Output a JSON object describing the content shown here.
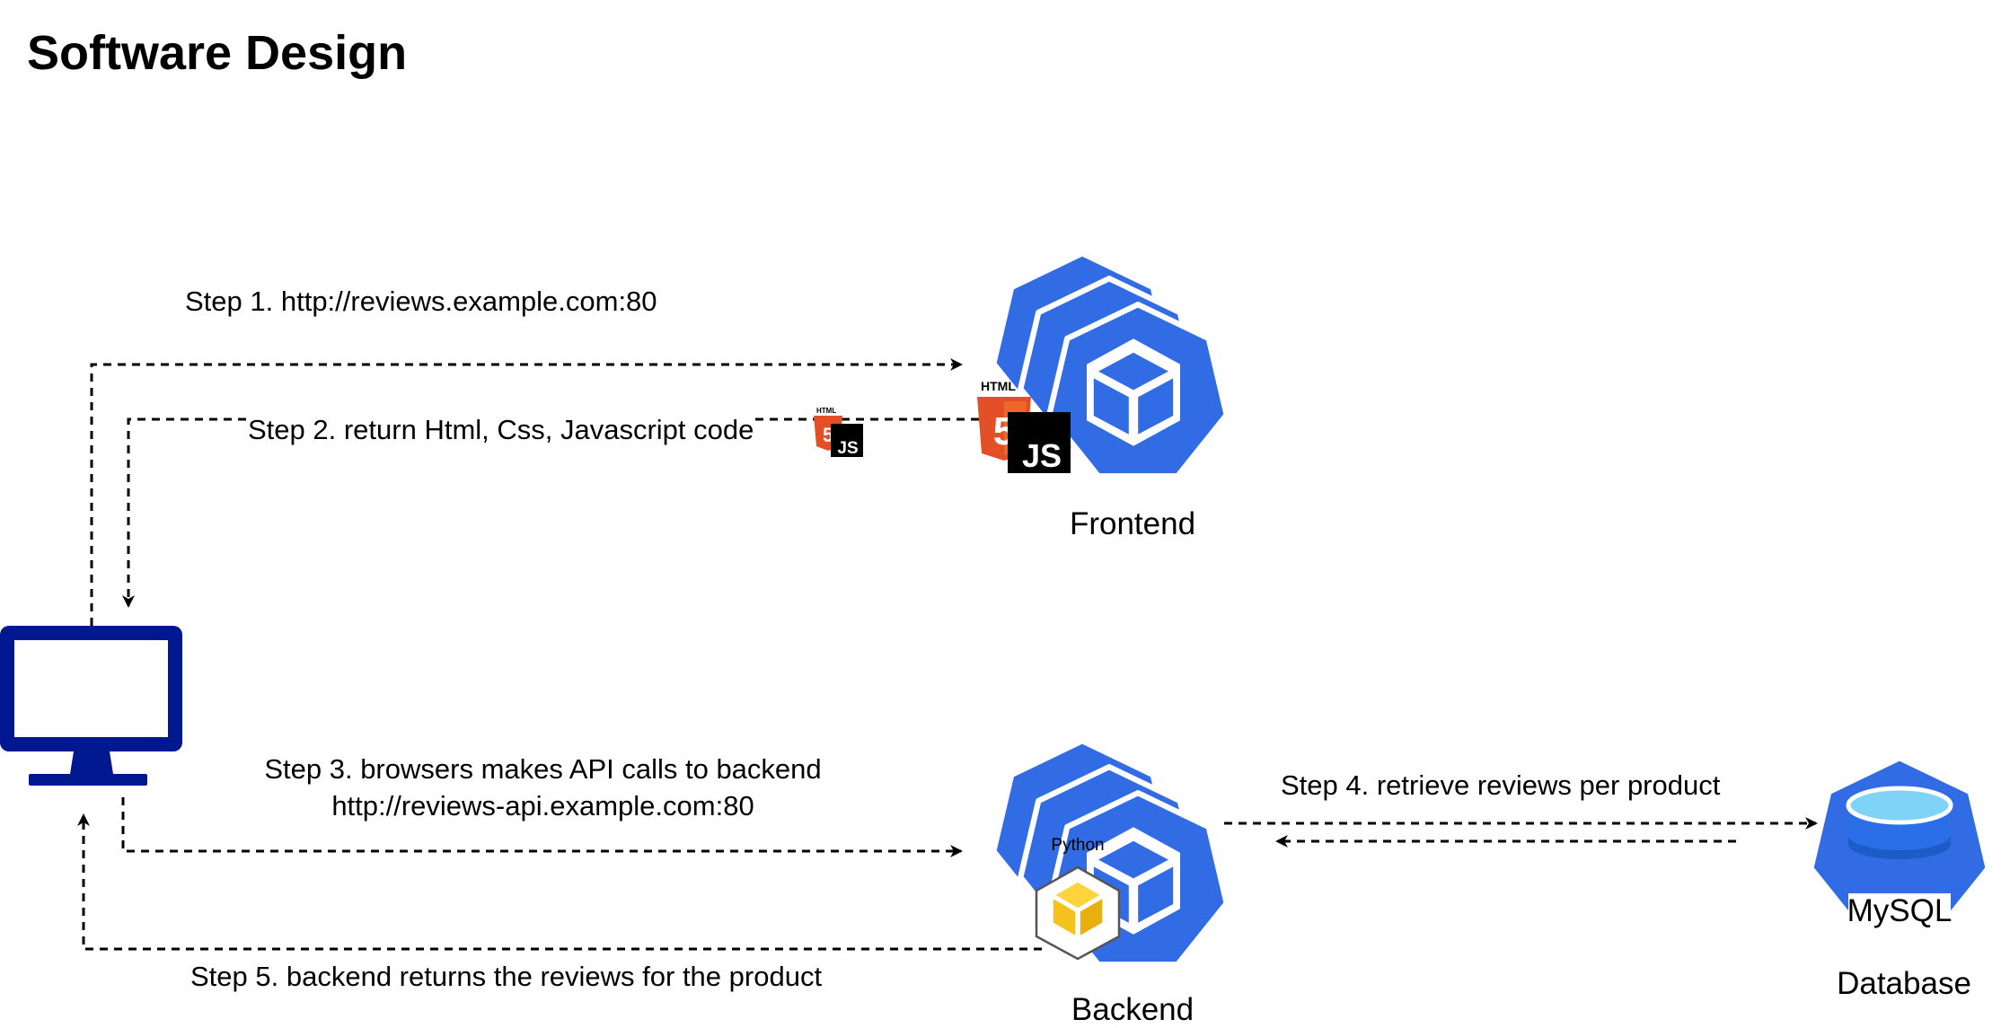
{
  "title": "Software Design",
  "nodes": {
    "frontend": {
      "label": "Frontend",
      "badge_html": "HTML",
      "badge_js": "JS"
    },
    "backend": {
      "label": "Backend",
      "badge": "Python"
    },
    "database": {
      "label": "Database",
      "badge": "MySQL"
    },
    "client": {
      "icon": "monitor-icon"
    }
  },
  "edges": {
    "step1": "Step 1. http://reviews.example.com:80",
    "step2": "Step 2. return Html, Css, Javascript code",
    "step2_icon": {
      "html": "HTML",
      "js": "JS"
    },
    "step3_line1": "Step 3. browsers makes API calls to backend",
    "step3_line2": "http://reviews-api.example.com:80",
    "step4": "Step 4. retrieve reviews per product",
    "step5": "Step 5. backend returns the reviews for the product"
  },
  "colors": {
    "k8s_blue": "#326CE5",
    "monitor_blue": "#00188F",
    "html5_orange": "#E34F26",
    "js_black": "#000000",
    "python_yellow": "#FFD43B",
    "mysql_cyan": "#7FD3F7"
  }
}
